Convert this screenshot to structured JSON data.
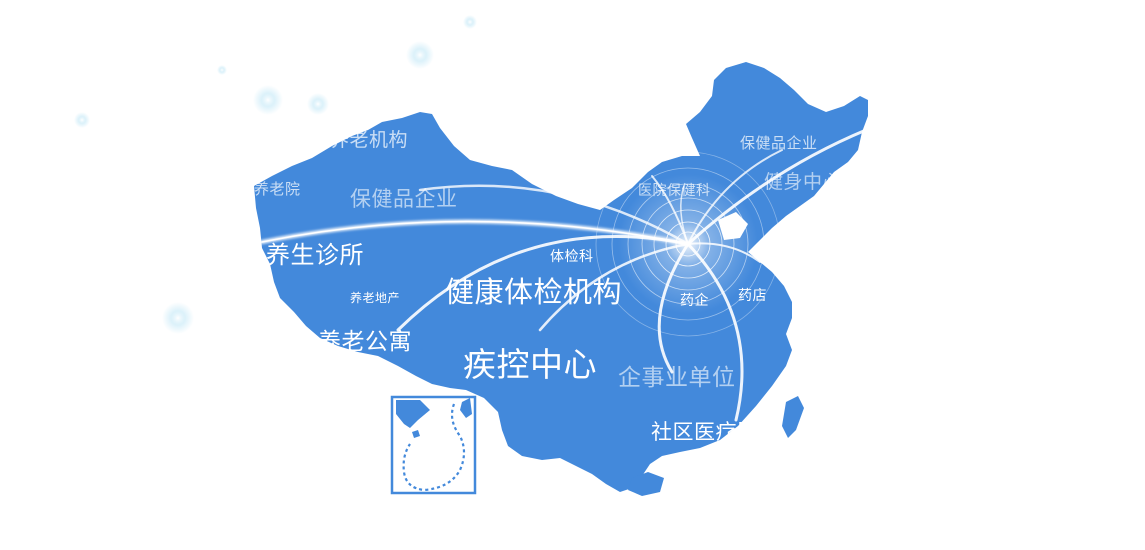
{
  "map": {
    "land_color": "#4389DB",
    "arc_color": "#ffffff",
    "hub_ring_color": "#ffffff",
    "glow_color": "#BFE6F6",
    "inset_border_color": "#4389DB"
  },
  "labels": {
    "yanglao_jigou": "养老机构",
    "yanglaoyuan": "养老院",
    "baojianpin_west": "保健品企业",
    "yangsheng_zhensuo": "养生诊所",
    "yanglao_dichan": "养老地产",
    "yanglao_gongyu": "养老公寓",
    "tijian_ke": "体检科",
    "jiankang_tijian_jigou": "健康体检机构",
    "jikong_zhongxin": "疾控中心",
    "qishiye_danwei": "企事业单位",
    "shequ_yiliao_fuwu": "社区医疗服务",
    "baojianpin_ne": "保健品企业",
    "jianshen_zhongxin": "健身中心",
    "yiyuan_baojianke": "医院保健科",
    "yaoqi": "药企",
    "yaodian": "药店"
  }
}
